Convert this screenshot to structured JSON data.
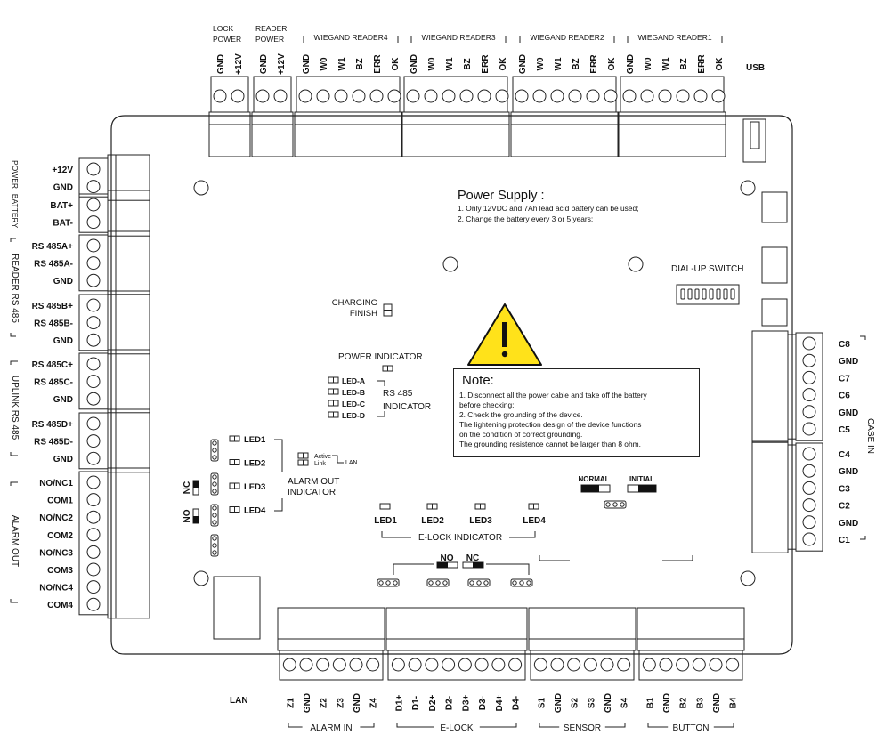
{
  "top": {
    "groups": [
      {
        "id": "lock-power",
        "label1": "LOCK",
        "label2": "POWER",
        "pins": [
          "GND",
          "+12V"
        ]
      },
      {
        "id": "reader-power",
        "label1": "READER",
        "label2": "POWER",
        "pins": [
          "GND",
          "+12V"
        ]
      },
      {
        "id": "wiegand-4",
        "label1": "WIEGAND READER4",
        "label2": "",
        "pins": [
          "GND",
          "W0",
          "W1",
          "BZ",
          "ERR",
          "OK"
        ]
      },
      {
        "id": "wiegand-3",
        "label1": "WIEGAND READER3",
        "label2": "",
        "pins": [
          "GND",
          "W0",
          "W1",
          "BZ",
          "ERR",
          "OK"
        ]
      },
      {
        "id": "wiegand-2",
        "label1": "WIEGAND READER2",
        "label2": "",
        "pins": [
          "GND",
          "W0",
          "W1",
          "BZ",
          "ERR",
          "OK"
        ]
      },
      {
        "id": "wiegand-1",
        "label1": "WIEGAND READER1",
        "label2": "",
        "pins": [
          "GND",
          "W0",
          "W1",
          "BZ",
          "ERR",
          "OK"
        ]
      }
    ],
    "usb": "USB"
  },
  "left": {
    "pins": [
      "+12V",
      "GND",
      "BAT+",
      "BAT-",
      "RS 485A+",
      "RS 485A-",
      "GND",
      "RS 485B+",
      "RS 485B-",
      "GND",
      "RS 485C+",
      "RS 485C-",
      "GND",
      "RS 485D+",
      "RS 485D-",
      "GND",
      "NO/NC1",
      "COM1",
      "NO/NC2",
      "COM2",
      "NO/NC3",
      "COM3",
      "NO/NC4",
      "COM4"
    ],
    "side_labels": [
      "POWER",
      "BATTERY",
      "READER RS 485",
      "UPLINK RS 485",
      "ALARM OUT"
    ]
  },
  "right": {
    "pins": [
      "C8",
      "GND",
      "C7",
      "C6",
      "GND",
      "C5",
      "C4",
      "GND",
      "C3",
      "C2",
      "GND",
      "C1"
    ],
    "side_label": "CASE IN"
  },
  "bottom": {
    "lan": "LAN",
    "groups": [
      {
        "id": "alarm-in",
        "label": "ALARM IN",
        "pins": [
          "Z1",
          "GND",
          "Z2",
          "Z3",
          "GND",
          "Z4"
        ]
      },
      {
        "id": "e-lock",
        "label": "E-LOCK",
        "pins": [
          "D1+",
          "D1-",
          "D2+",
          "D2-",
          "D3+",
          "D3-",
          "D4+",
          "D4-"
        ]
      },
      {
        "id": "sensor",
        "label": "SENSOR",
        "pins": [
          "S1",
          "GND",
          "S2",
          "S3",
          "GND",
          "S4"
        ]
      },
      {
        "id": "button",
        "label": "BUTTON",
        "pins": [
          "B1",
          "GND",
          "B2",
          "B3",
          "GND",
          "B4"
        ]
      }
    ]
  },
  "board": {
    "power_supply": {
      "title": "Power Supply :",
      "lines": [
        "1. Only 12VDC and 7Ah lead acid battery can be used;",
        "2. Change the battery every 3 or 5 years;"
      ]
    },
    "note": {
      "title": "Note:",
      "lines": [
        "1. Disconnect all the power cable and take off the battery",
        "before checking;",
        "2. Check the grounding of the device.",
        "The lightening protection design of the device functions",
        "on the condition of correct grounding.",
        "The grounding resistence cannot be larger than 8 ohm."
      ]
    },
    "dial_up_switch": "DIAL-UP SWITCH",
    "charging": [
      "CHARGING",
      "FINISH"
    ],
    "power_indicator": "POWER INDICATOR",
    "rs485_leds": [
      "LED-A",
      "LED-B",
      "LED-C",
      "LED-D"
    ],
    "rs485_indicator": [
      "RS 485",
      "INDICATOR"
    ],
    "alarm_leds": [
      "LED1",
      "LED2",
      "LED3",
      "LED4"
    ],
    "alarm_out_indicator": [
      "ALARM OUT",
      "INDICATOR"
    ],
    "lan_leds": [
      "Active",
      "Link"
    ],
    "lan_led_label": "LAN",
    "nc_label": "NC",
    "no_label": "NO",
    "elock_leds": [
      "LED1",
      "LED2",
      "LED3",
      "LED4"
    ],
    "elock_indicator": "E-LOCK INDICATOR",
    "no_nc": [
      "NO",
      "NC"
    ],
    "normal": "NORMAL",
    "initial": "INITIAL"
  }
}
